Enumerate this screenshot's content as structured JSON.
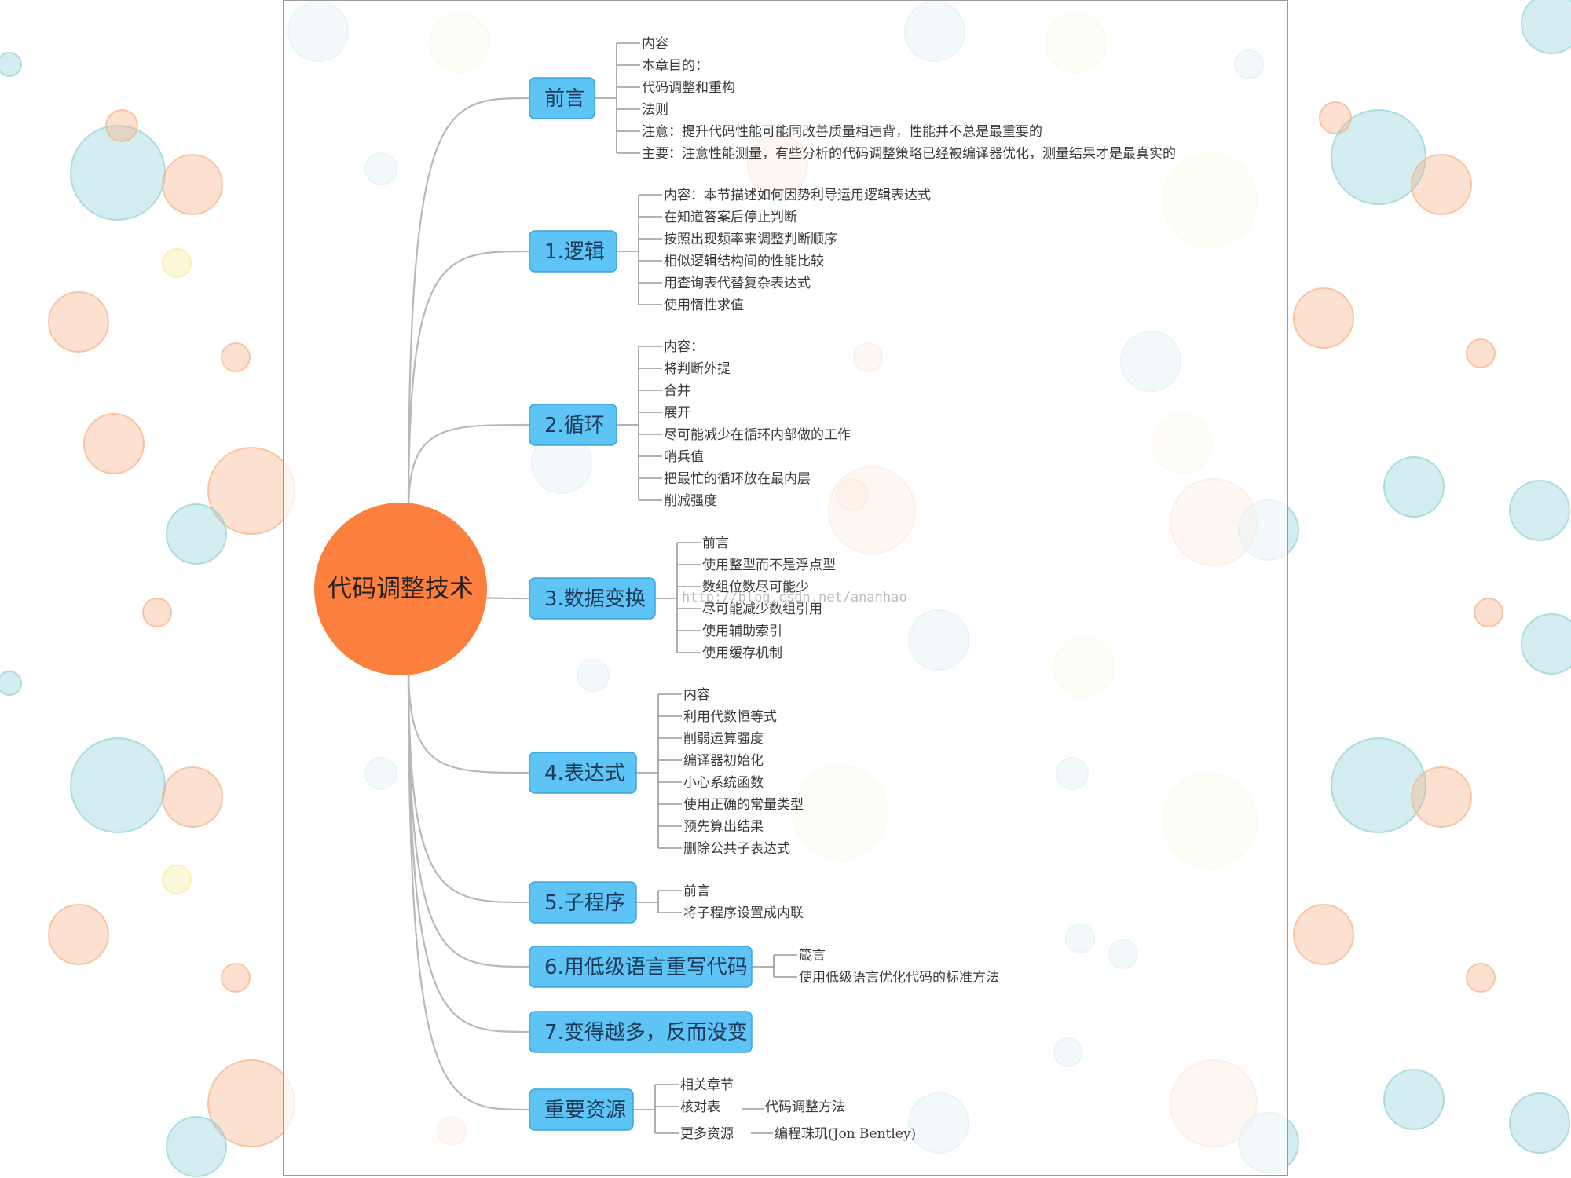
{
  "root": {
    "label": "代码调整技术"
  },
  "watermark": "http://blog.csdn.net/ananhao",
  "colors": {
    "center": "#fd7f3d",
    "branch": "#5ec3f5",
    "branch_border": "#3aa6dd",
    "connector": "#b8b8b8"
  },
  "branches": [
    {
      "label": "前言",
      "children": [
        {
          "text": "内容"
        },
        {
          "text": "本章目的："
        },
        {
          "text": "代码调整和重构"
        },
        {
          "text": "法则"
        },
        {
          "text": "注意：提升代码性能可能同改善质量相违背，性能并不总是最重要的"
        },
        {
          "text": "主要：注意性能测量，有些分析的代码调整策略已经被编译器优化，测量结果才是最真实的"
        }
      ]
    },
    {
      "label": "1.逻辑",
      "children": [
        {
          "text": "内容：本节描述如何因势利导运用逻辑表达式"
        },
        {
          "text": "在知道答案后停止判断"
        },
        {
          "text": "按照出现频率来调整判断顺序"
        },
        {
          "text": "相似逻辑结构间的性能比较"
        },
        {
          "text": "用查询表代替复杂表达式"
        },
        {
          "text": "使用惰性求值"
        }
      ]
    },
    {
      "label": "2.循环",
      "children": [
        {
          "text": "内容："
        },
        {
          "text": "将判断外提"
        },
        {
          "text": "合并"
        },
        {
          "text": "展开"
        },
        {
          "text": "尽可能减少在循环内部做的工作"
        },
        {
          "text": "哨兵值"
        },
        {
          "text": "把最忙的循环放在最内层"
        },
        {
          "text": "削减强度"
        }
      ]
    },
    {
      "label": "3.数据变换",
      "children": [
        {
          "text": "前言"
        },
        {
          "text": "使用整型而不是浮点型"
        },
        {
          "text": "数组位数尽可能少"
        },
        {
          "text": "尽可能减少数组引用"
        },
        {
          "text": "使用辅助索引"
        },
        {
          "text": "使用缓存机制"
        }
      ]
    },
    {
      "label": "4.表达式",
      "children": [
        {
          "text": "内容"
        },
        {
          "text": "利用代数恒等式"
        },
        {
          "text": "削弱运算强度"
        },
        {
          "text": "编译器初始化"
        },
        {
          "text": "小心系统函数"
        },
        {
          "text": "使用正确的常量类型"
        },
        {
          "text": "预先算出结果"
        },
        {
          "text": "删除公共子表达式"
        }
      ]
    },
    {
      "label": "5.子程序",
      "children": [
        {
          "text": "前言"
        },
        {
          "text": "将子程序设置成内联"
        }
      ]
    },
    {
      "label": "6.用低级语言重写代码",
      "children": [
        {
          "text": "箴言"
        },
        {
          "text": "使用低级语言优化代码的标准方法"
        }
      ]
    },
    {
      "label": "7.变得越多，反而没变",
      "children": []
    },
    {
      "label": "重要资源",
      "children": [
        {
          "text": "相关章节"
        },
        {
          "text": "核对表",
          "sub": "代码调整方法"
        },
        {
          "text": "更多资源",
          "sub": "编程珠玑(Jon Bentley)"
        }
      ]
    }
  ]
}
